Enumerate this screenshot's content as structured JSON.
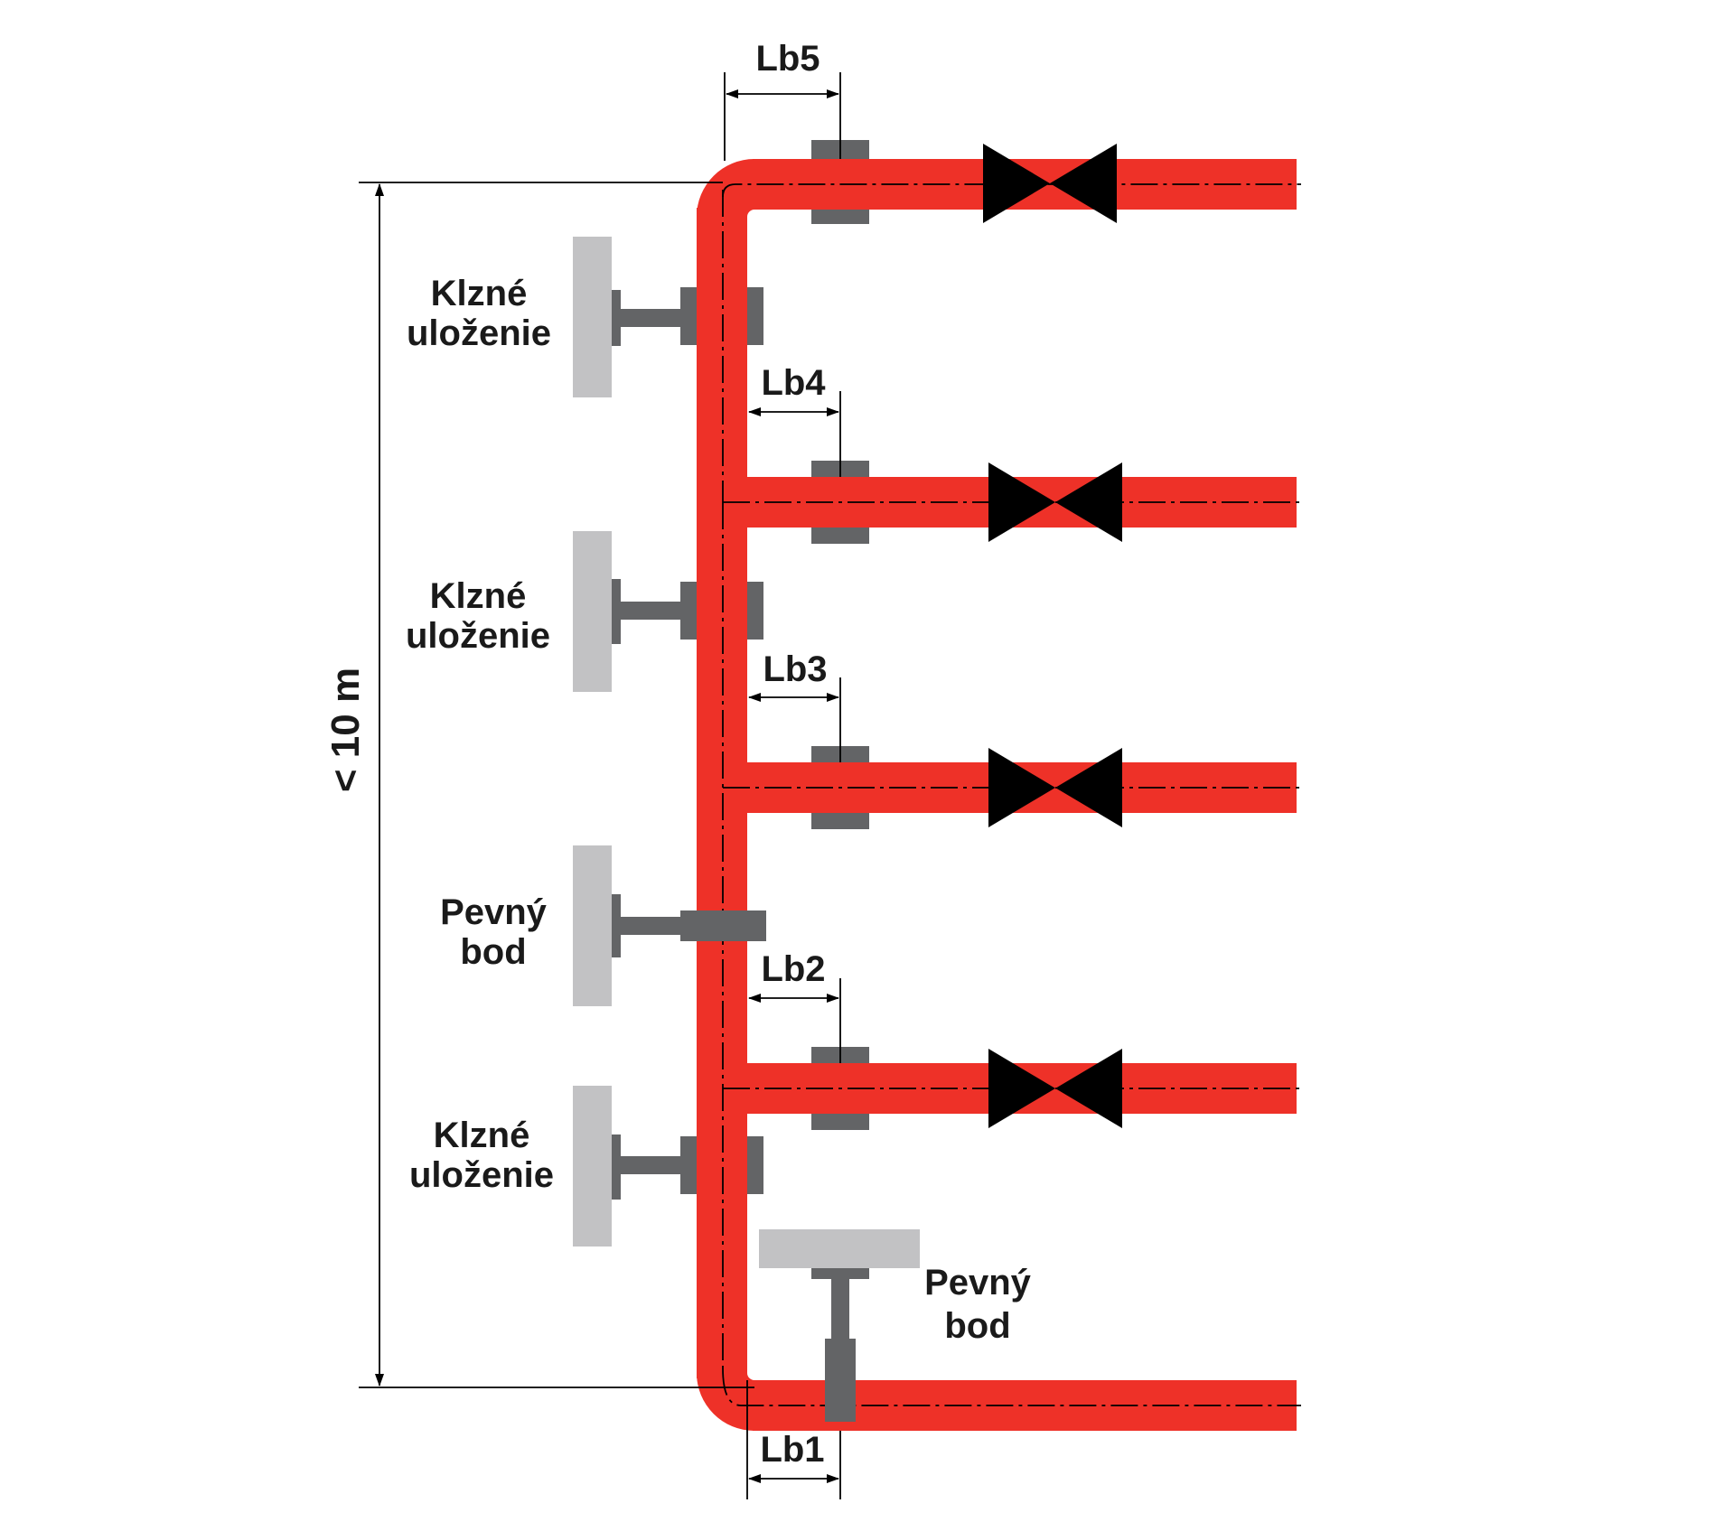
{
  "colors": {
    "pipe": "#ee3128",
    "clamp": "#636466",
    "support_plate": "#c2c2c4",
    "valve": "#000000",
    "line": "#000000"
  },
  "dimensions": {
    "height_label": "< 10 m",
    "lb1": "Lb1",
    "lb2": "Lb2",
    "lb3": "Lb3",
    "lb4": "Lb4",
    "lb5": "Lb5"
  },
  "supports": {
    "sliding_1": {
      "line1": "Klzné",
      "line2": "uloženie"
    },
    "sliding_2": {
      "line1": "Klzné",
      "line2": "uloženie"
    },
    "fixed_1": {
      "line1": "Pevný",
      "line2": "bod"
    },
    "sliding_3": {
      "line1": "Klzné",
      "line2": "uloženie"
    },
    "fixed_2": {
      "line1": "Pevný",
      "line2": "bod"
    }
  },
  "icons": [
    "gate-valve-icon",
    "pipe-clamp-icon",
    "support-plate-icon"
  ]
}
